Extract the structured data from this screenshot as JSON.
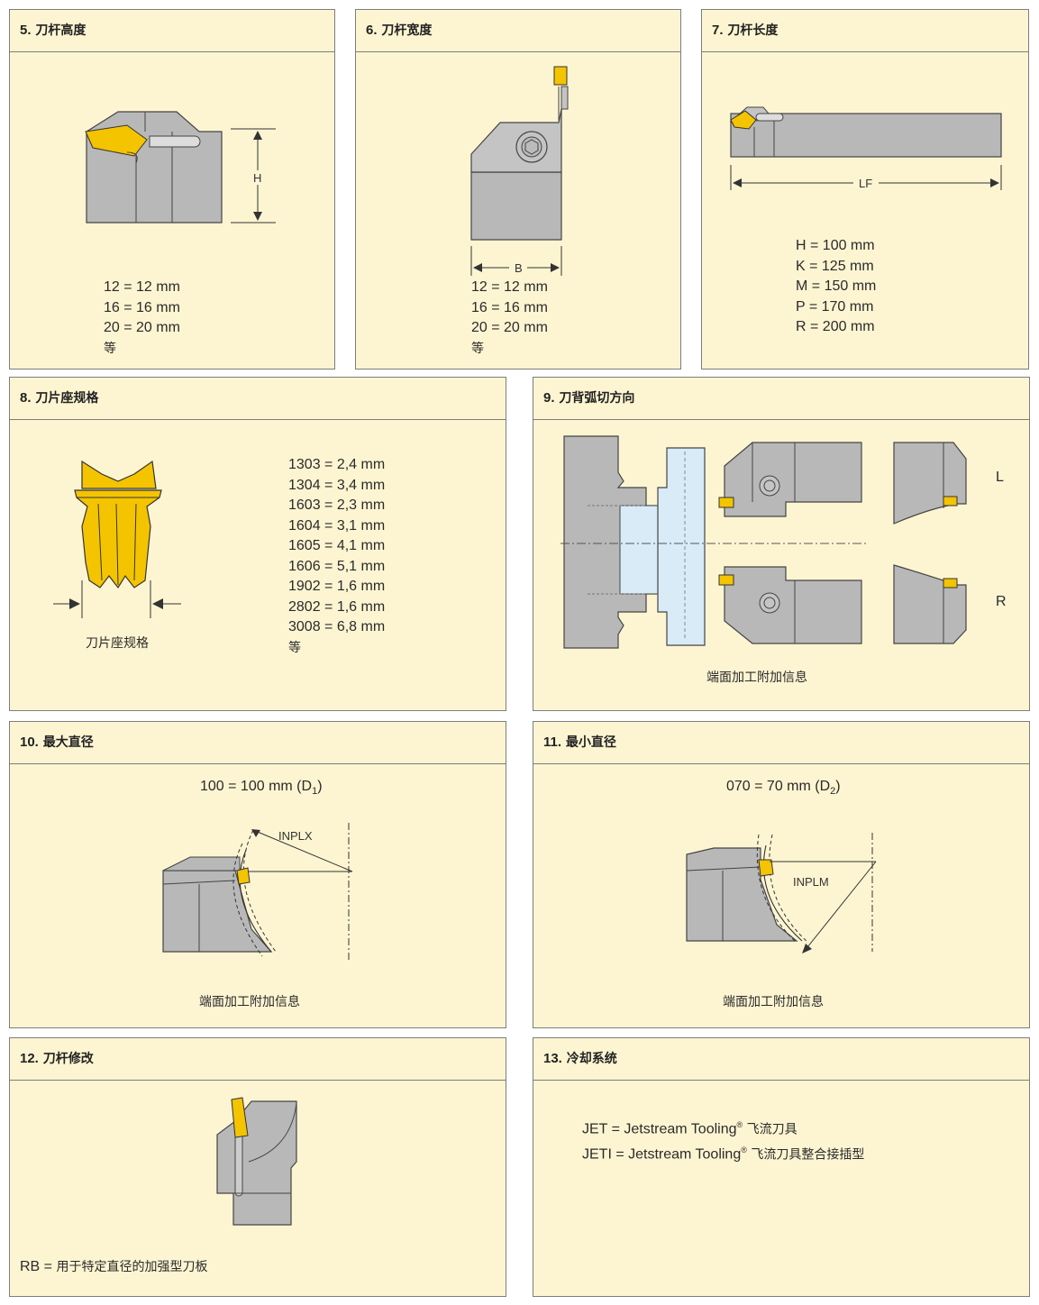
{
  "colors": {
    "panel_bg": "#fdf5d2",
    "border": "#7d7d7d",
    "tool_gray": "#b7b7b7",
    "insert_yellow": "#f5c400",
    "bore_blue": "#d8ebf7"
  },
  "p5": {
    "num": "5.",
    "title": "刀杆高度",
    "dim": "H",
    "lines": [
      "12 = 12 mm",
      "16 = 16 mm",
      "20 = 20 mm",
      "等"
    ]
  },
  "p6": {
    "num": "6.",
    "title": "刀杆宽度",
    "dim": "B",
    "lines": [
      "12 = 12 mm",
      "16 = 16 mm",
      "20 = 20 mm",
      "等"
    ]
  },
  "p7": {
    "num": "7.",
    "title": "刀杆长度",
    "dim": "LF",
    "lines": [
      "H = 100 mm",
      "K = 125 mm",
      "M = 150 mm",
      "P = 170 mm",
      "R = 200 mm"
    ]
  },
  "p8": {
    "num": "8.",
    "title": "刀片座规格",
    "caption": "刀片座规格",
    "lines": [
      "1303 = 2,4 mm",
      "1304 = 3,4 mm",
      "1603 = 2,3 mm",
      "1604 = 3,1 mm",
      "1605 = 4,1 mm",
      "1606 = 5,1 mm",
      "1902 = 1,6 mm",
      "2802 = 1,6 mm",
      "3008 = 6,8 mm",
      "等"
    ]
  },
  "p9": {
    "num": "9.",
    "title": "刀背弧切方向",
    "label_l": "L",
    "label_r": "R",
    "caption": "端面加工附加信息"
  },
  "p10": {
    "num": "10.",
    "title": "最大直径",
    "value": "100 = 100 mm (D",
    "sub": "1",
    "close": ")",
    "dim": "INPLX",
    "caption": "端面加工附加信息"
  },
  "p11": {
    "num": "11.",
    "title": "最小直径",
    "value": "070 = 70 mm (D",
    "sub": "2",
    "close": ")",
    "dim": "INPLM",
    "caption": "端面加工附加信息"
  },
  "p12": {
    "num": "12.",
    "title": "刀杆修改",
    "note_a": "RB = ",
    "note_b": "用于特定直径的加强型刀板"
  },
  "p13": {
    "num": "13.",
    "title": "冷却系统",
    "l1a": "JET = Jetstream Tooling",
    "l1b": "飞流刀具",
    "l2a": "JETI = Jetstream Tooling",
    "l2b": "飞流刀具整合接插型",
    "reg": "®"
  }
}
